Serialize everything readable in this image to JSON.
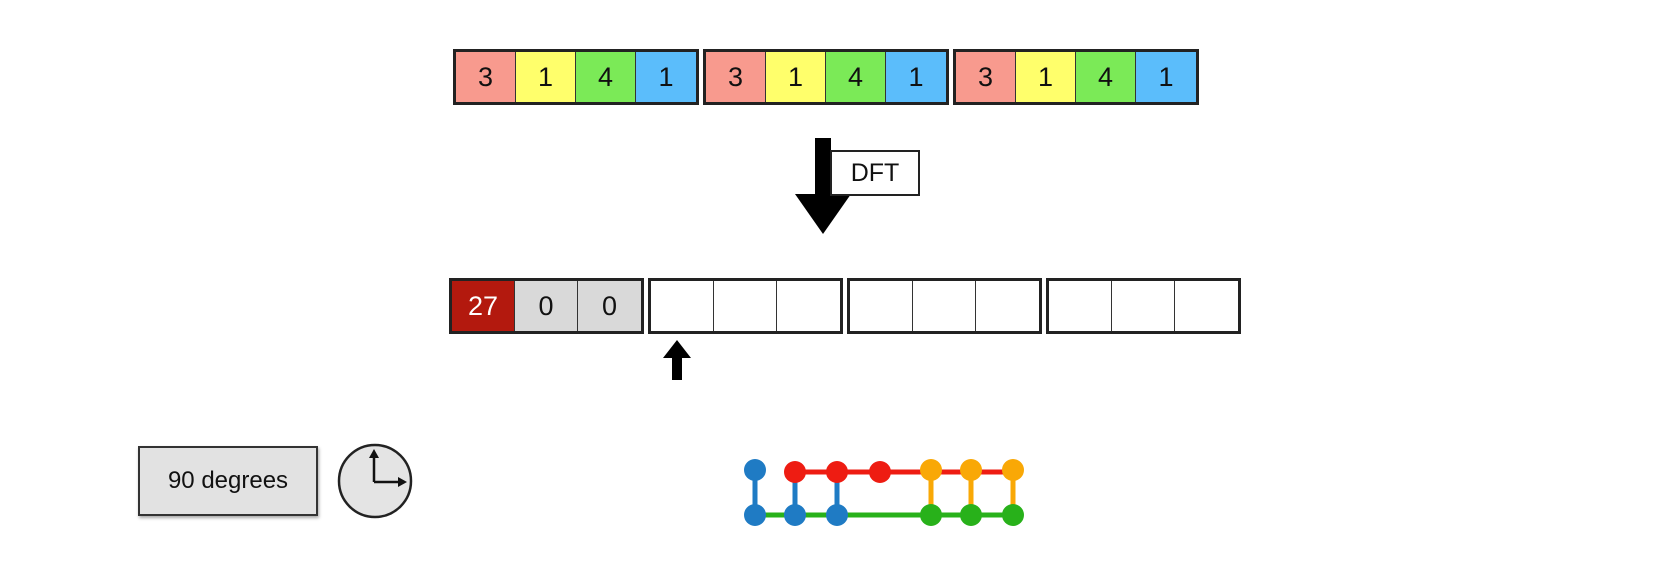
{
  "input_sequence": {
    "groups": [
      [
        "3",
        "1",
        "4",
        "1"
      ],
      [
        "3",
        "1",
        "4",
        "1"
      ],
      [
        "3",
        "1",
        "4",
        "1"
      ]
    ],
    "cell_colors": [
      "#f89a8e",
      "#ffff6b",
      "#7bea57",
      "#5bbdfb"
    ]
  },
  "transform_label": "DFT",
  "output_sequence": {
    "groups": [
      [
        "27",
        "0",
        "0"
      ],
      [
        "",
        "",
        ""
      ],
      [
        "",
        "",
        ""
      ],
      [
        "",
        "",
        ""
      ]
    ],
    "filled_colors": [
      "#b3190e",
      "#d9d9d9",
      "#d9d9d9"
    ],
    "filled_text_colors": [
      "#ffffff",
      "#111111",
      "#111111"
    ],
    "empty_color": "#ffffff"
  },
  "rotation": {
    "label": "90 degrees",
    "icon": "clock-quarter-turn-icon"
  },
  "circuit": {
    "icon": "qubit-connection-graph-icon",
    "colors": {
      "blue": "#1f7bc4",
      "red": "#ee1c12",
      "orange": "#f9a806",
      "green": "#28b11a"
    }
  }
}
